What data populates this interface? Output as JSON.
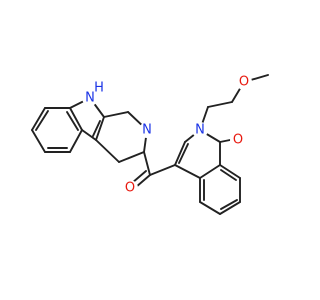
{
  "atom_colors": {
    "N": "#1a33e6",
    "O": "#e8190f",
    "H": "#1a33e6"
  },
  "atoms": [
    {
      "id": "NH",
      "element": "N",
      "label": "N"
    },
    {
      "id": "H",
      "element": "H",
      "label": "H"
    },
    {
      "id": "N2",
      "element": "N",
      "label": "N"
    },
    {
      "id": "O1",
      "element": "O",
      "label": "O"
    },
    {
      "id": "N3",
      "element": "N",
      "label": "N"
    },
    {
      "id": "O2",
      "element": "O",
      "label": "O"
    },
    {
      "id": "O3",
      "element": "O",
      "label": "O"
    }
  ]
}
